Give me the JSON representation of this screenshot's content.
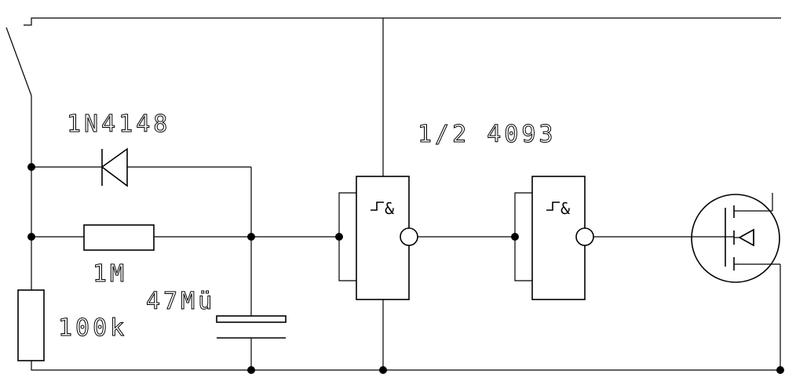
{
  "labels": {
    "diode": "1N4148",
    "resistor_series": "1M",
    "resistor_ground": "100k",
    "capacitor": "47Mü",
    "ic": "1/2 4093"
  },
  "colors": {
    "line": "#000000",
    "background": "#ffffff"
  }
}
